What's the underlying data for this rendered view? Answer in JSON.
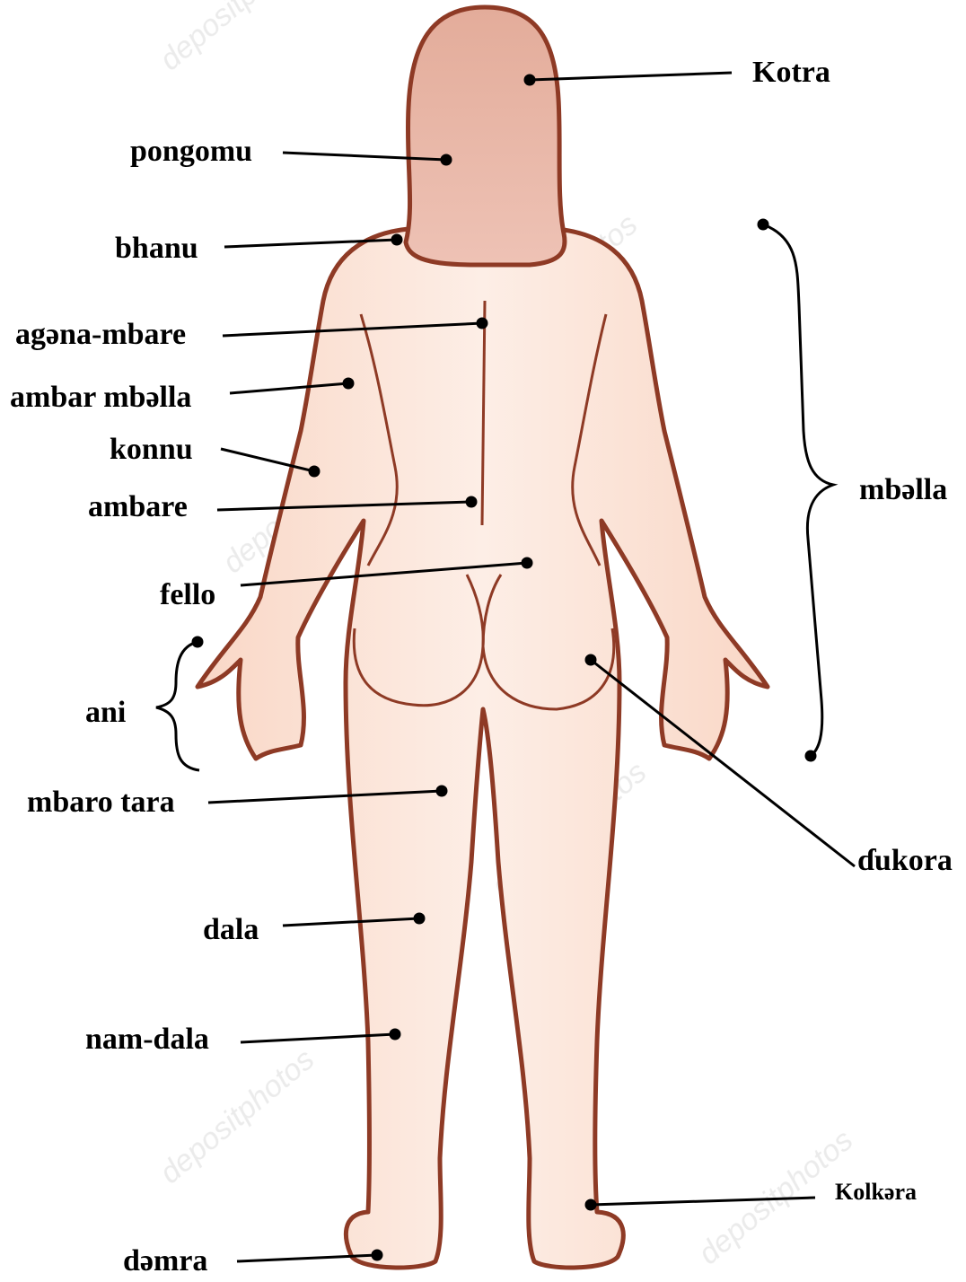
{
  "labels": {
    "kotra": "Kotra",
    "pongomu": "pongomu",
    "bhanu": "bhanu",
    "agena_mbare": "agəna-mbare",
    "ambar_mballa": "ambar mbəlla",
    "konnu": "konnu",
    "ambare": "ambare",
    "fello": "fello",
    "ani": "ani",
    "mbaro_tara": "mbaro tara",
    "dala": "dala",
    "nam_dala": "nam-dala",
    "demra": "dəmra",
    "mballa": "mbəlla",
    "dukora": "ɗukora",
    "kolkera": "Kolkəra"
  },
  "watermark": "depositphotos",
  "colors": {
    "skin": "#fce3d6",
    "skin_shade": "#f7cdb8",
    "outline": "#8e3a25",
    "hair": "#e6b3a3",
    "line": "#000000"
  }
}
